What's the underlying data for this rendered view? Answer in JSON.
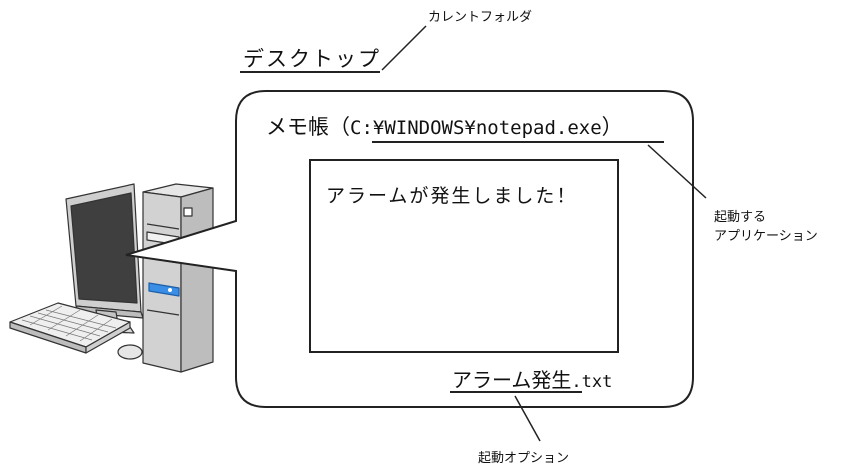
{
  "labels": {
    "current_folder": "カレントフォルダ",
    "desktop": "デスクトップ",
    "launched_app": "起動する\nアプリケーション",
    "launch_option": "起動オプション"
  },
  "window": {
    "title_prefix": "メモ帳（",
    "title_path": "C:¥WINDOWS¥notepad.exe",
    "title_suffix": "）"
  },
  "dialog": {
    "message": "アラームが発生しました！"
  },
  "file_argument": {
    "name": "アラーム発生",
    "extension": ".txt"
  }
}
